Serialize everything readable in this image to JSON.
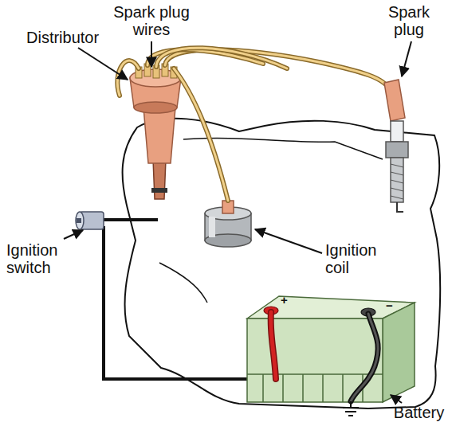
{
  "diagram": {
    "labels": [
      "Spark plug wires",
      "Distributor",
      "Spark plug",
      "Ignition switch",
      "Ignition coil",
      "Battery",
      "+",
      "−"
    ]
  }
}
